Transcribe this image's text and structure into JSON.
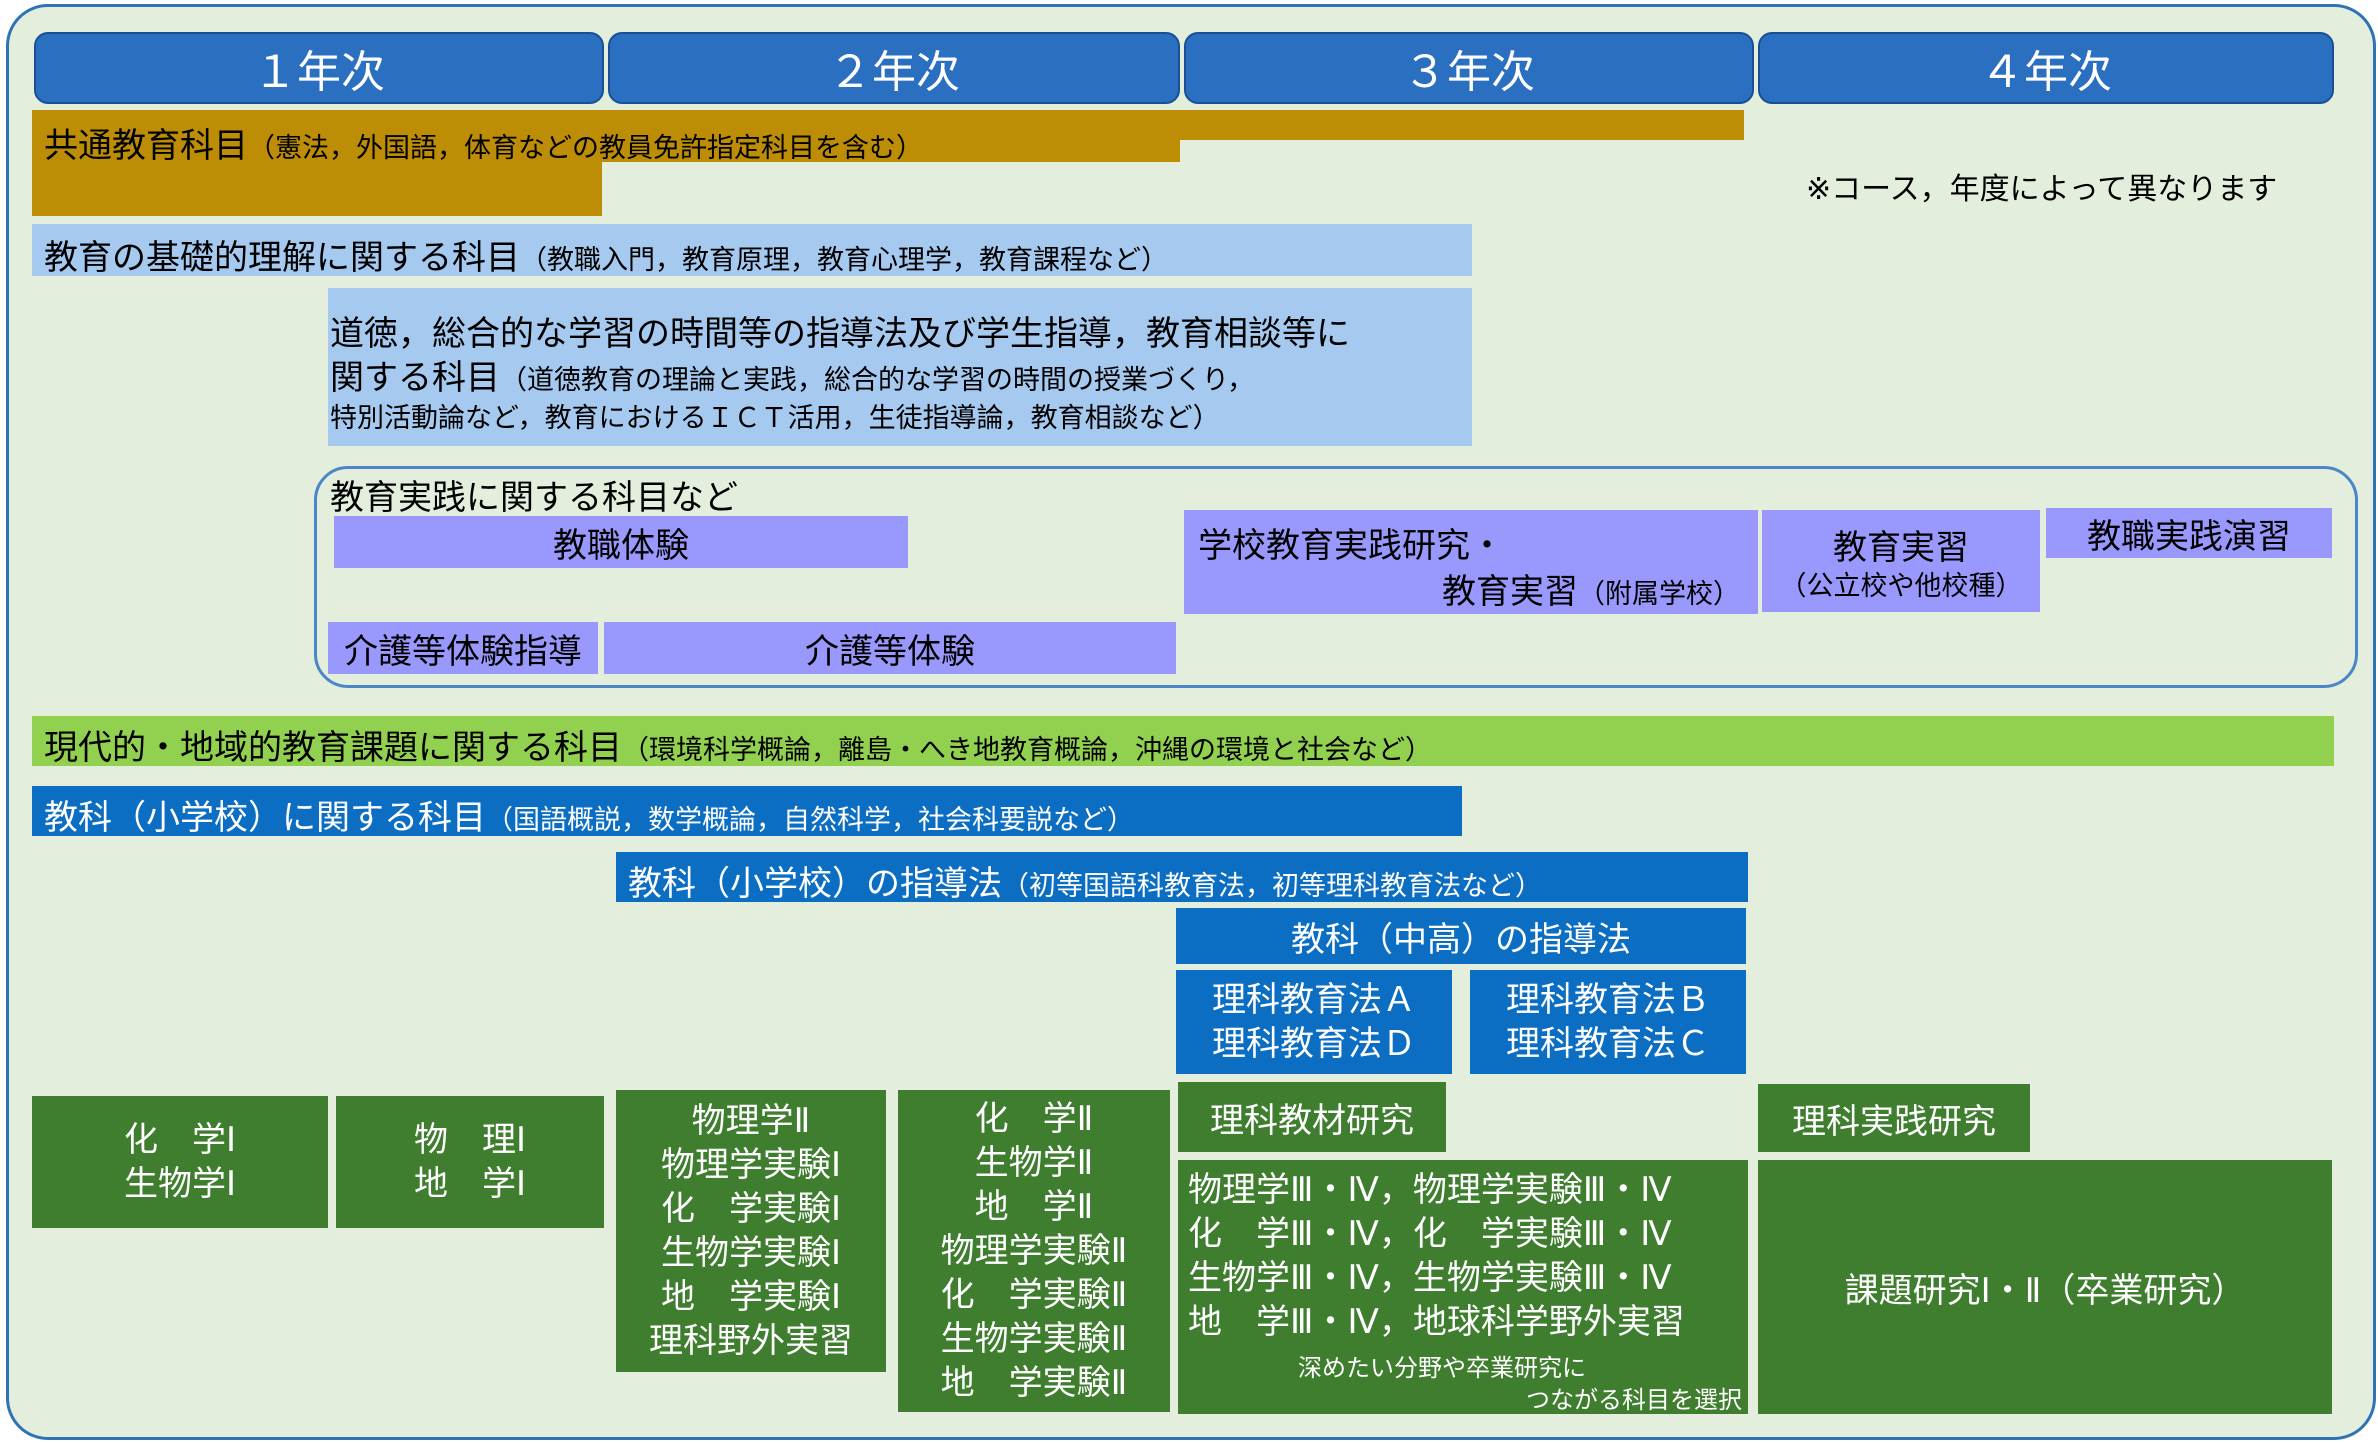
{
  "years": [
    "１年次",
    "２年次",
    "３年次",
    "４年次"
  ],
  "note": "※コース，年度によって異なります",
  "common": {
    "title": "共通教育科目",
    "detail": "（憲法，外国語，体育などの教員免許指定科目を含む）"
  },
  "basics": {
    "title": "教育の基礎的理解に関する科目",
    "detail": "（教職入門，教育原理，教育心理学，教育課程など）"
  },
  "moral": {
    "line1": "道徳，総合的な学習の時間等の指導法及び学生指導，教育相談等に",
    "line2_title": "関する科目",
    "line2_detail": "（道徳教育の理論と実践，総合的な学習の時間の授業づくり，",
    "line3": "特別活動論など，教育におけるＩＣＴ活用，生徒指導論，教育相談など）"
  },
  "practice": {
    "title": "教育実践に関する科目など",
    "kyoshoku_taiken": "教職体験",
    "gakko_line1": "学校教育実践研究・",
    "gakko_line2": "教育実習",
    "gakko_line2_detail": "（附属学校）",
    "kyoiku_jisshu": "教育実習",
    "kyoiku_jisshu_detail": "（公立校や他校種）",
    "enshu": "教職実践演習",
    "kaigo_shido": "介護等体験指導",
    "kaigo_taiken": "介護等体験"
  },
  "modern": {
    "title": "現代的・地域的教育課題に関する科目",
    "detail": "（環境科学概論，離島・へき地教育概論，沖縄の環境と社会など）"
  },
  "subject_es": {
    "title": "教科（小学校）に関する科目",
    "detail": "（国語概説，数学概論，自然科学，社会科要説など）"
  },
  "method_es": {
    "title": "教科（小学校）の指導法",
    "detail": "（初等国語科教育法，初等理科教育法など）"
  },
  "method_jh": {
    "title": "教科（中高）の指導法"
  },
  "sci_ad": [
    "理科教育法Ａ",
    "理科教育法Ｄ"
  ],
  "sci_bc": [
    "理科教育法Ｂ",
    "理科教育法Ｃ"
  ],
  "materials": "理科教材研究",
  "practice_res": "理科実践研究",
  "green1": [
    "化　学Ⅰ",
    "生物学Ⅰ"
  ],
  "green2": [
    "物　理Ⅰ",
    "地　学Ⅰ"
  ],
  "green3": [
    "物理学Ⅱ",
    "物理学実験Ⅰ",
    "化　学実験Ⅰ",
    "生物学実験Ⅰ",
    "地　学実験Ⅰ",
    "理科野外実習"
  ],
  "green4": [
    "化　学Ⅱ",
    "生物学Ⅱ",
    "地　学Ⅱ",
    "物理学実験Ⅱ",
    "化　学実験Ⅱ",
    "生物学実験Ⅱ",
    "地　学実験Ⅱ"
  ],
  "green5": [
    "物理学Ⅲ・Ⅳ，物理学実験Ⅲ・Ⅳ",
    "化　学Ⅲ・Ⅳ，化　学実験Ⅲ・Ⅳ",
    "生物学Ⅲ・Ⅳ，生物学実験Ⅲ・Ⅳ",
    "地　学Ⅲ・Ⅳ，地球科学野外実習"
  ],
  "green5_note": [
    "深めたい分野や卒業研究に",
    "つながる科目を選択"
  ],
  "thesis": "課題研究Ⅰ・Ⅱ（卒業研究）",
  "colors": {
    "year": "#2b6fc0",
    "gold": "#bd8e05",
    "light_blue": "#a6c9ef",
    "purple": "#9999fd",
    "light_green": "#92d050",
    "blue": "#0b6ec2",
    "dark_green": "#3f7d2f",
    "background": "#e3efdc"
  }
}
